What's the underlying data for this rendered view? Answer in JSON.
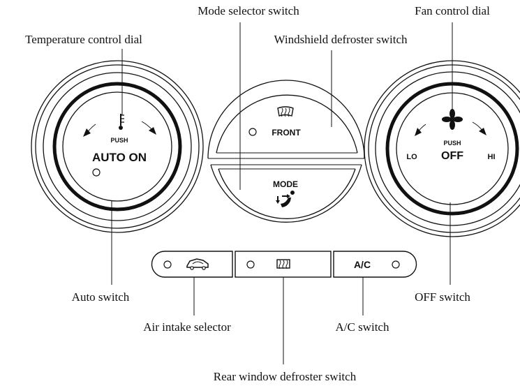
{
  "callouts": {
    "mode_selector": "Mode selector switch",
    "fan_control": "Fan control dial",
    "temperature_control": "Temperature control dial",
    "windshield_defroster": "Windshield defroster switch",
    "auto_switch": "Auto switch",
    "off_switch": "OFF switch",
    "air_intake": "Air intake selector",
    "ac_switch": "A/C switch",
    "rear_defroster": "Rear window defroster switch"
  },
  "left_dial": {
    "push": "PUSH",
    "main": "AUTO ON",
    "icon": "thermometer-icon"
  },
  "center_dial": {
    "top_label": "FRONT",
    "bottom_label": "MODE",
    "top_icon": "windshield-defroster-icon",
    "bottom_icon": "vent-mode-icon"
  },
  "right_dial": {
    "push": "PUSH",
    "main": "OFF",
    "lo": "LO",
    "hi": "HI",
    "icon": "fan-icon"
  },
  "buttons": {
    "ac_label": "A/C",
    "intake_icon": "car-recirculation-icon",
    "rear_icon": "rear-defroster-icon"
  }
}
